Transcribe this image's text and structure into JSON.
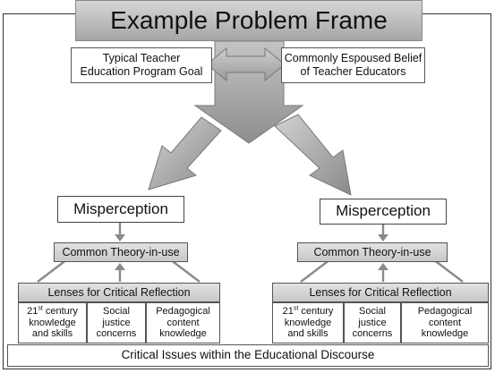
{
  "title": "Example Problem Frame",
  "goal_left": [
    "Typical Teacher",
    "Education Program Goal"
  ],
  "goal_right": [
    "Commonly Espoused Belief",
    "of Teacher Educators"
  ],
  "panels": [
    {
      "misperception": "Misperception",
      "theory": "Common Theory-in-use",
      "lenses": "Lenses for Critical Reflection",
      "sub": [
        {
          "line1_num": "21",
          "line1_sup": "st",
          "line1_rest": " century",
          "line2": "knowledge",
          "line3": "and skills"
        },
        {
          "line1": "Social",
          "line2": "justice",
          "line3": "concerns"
        },
        {
          "line1": "Pedagogical",
          "line2": "content",
          "line3": "knowledge"
        }
      ]
    },
    {
      "misperception": "Misperception",
      "theory": "Common Theory-in-use",
      "lenses": "Lenses for Critical Reflection",
      "sub": [
        {
          "line1_num": "21",
          "line1_sup": "st",
          "line1_rest": " century",
          "line2": "knowledge",
          "line3": "and skills"
        },
        {
          "line1": "Social",
          "line2": "justice",
          "line3": "concerns"
        },
        {
          "line1": "Pedagogical",
          "line2": "content",
          "line3": "knowledge"
        }
      ]
    }
  ],
  "footer": "Critical Issues within the Educational Discourse"
}
